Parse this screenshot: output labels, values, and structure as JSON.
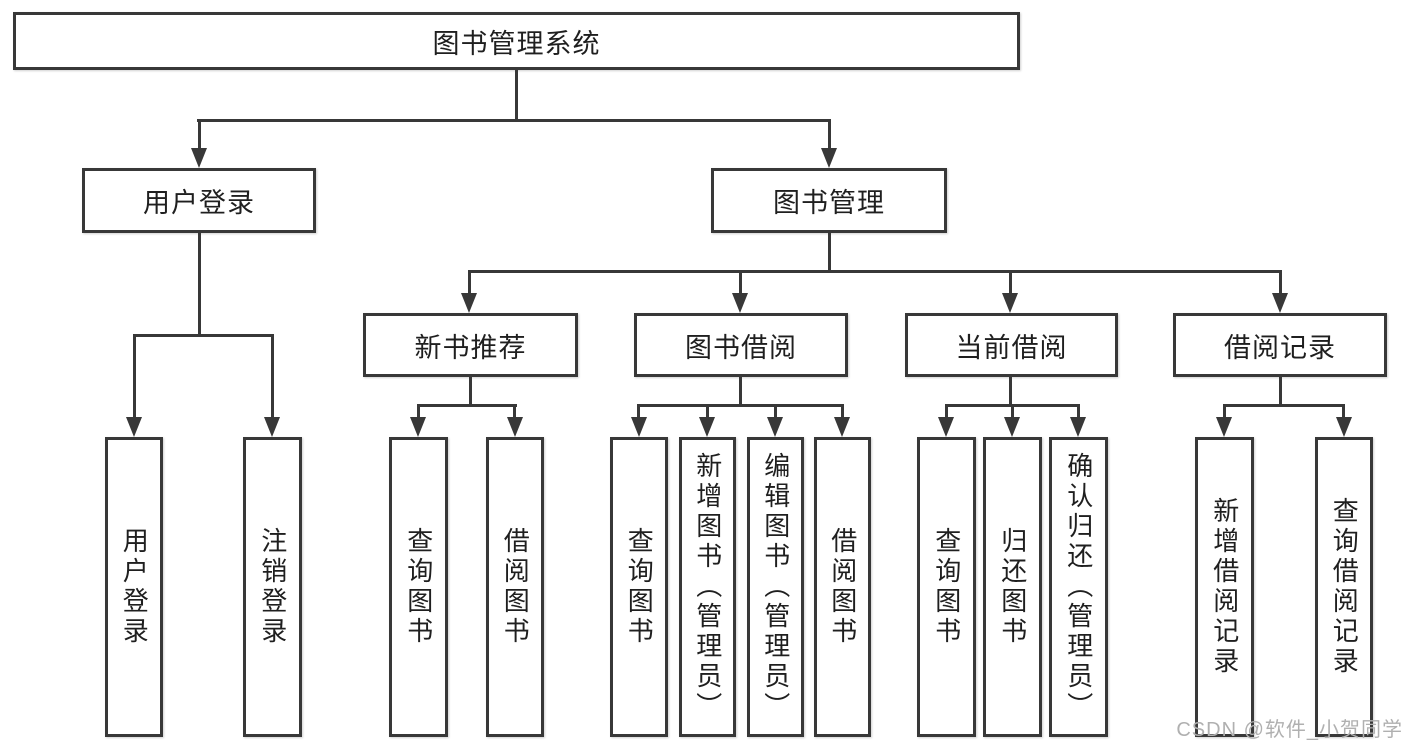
{
  "diagram": {
    "root": {
      "label": "图书管理系统"
    },
    "branches": [
      {
        "label": "用户登录",
        "children": [
          {
            "label": "用户登录"
          },
          {
            "label": "注销登录"
          }
        ]
      },
      {
        "label": "图书管理",
        "children": [
          {
            "label": "新书推荐",
            "children": [
              {
                "label": "查询图书"
              },
              {
                "label": "借阅图书"
              }
            ]
          },
          {
            "label": "图书借阅",
            "children": [
              {
                "label": "查询图书"
              },
              {
                "label": "新增图书（管理员）"
              },
              {
                "label": "编辑图书（管理员）"
              },
              {
                "label": "借阅图书"
              }
            ]
          },
          {
            "label": "当前借阅",
            "children": [
              {
                "label": "查询图书"
              },
              {
                "label": "归还图书"
              },
              {
                "label": "确认归还（管理员）"
              }
            ]
          },
          {
            "label": "借阅记录",
            "children": [
              {
                "label": "新增借阅记录"
              },
              {
                "label": "查询借阅记录"
              }
            ]
          }
        ]
      }
    ],
    "watermark": "CSDN @软件_小贺同学",
    "colors": {
      "line": "#383838",
      "box_border": "#383838",
      "text": "#1f1f1f",
      "watermark": "#b0b0b0",
      "background": "#ffffff"
    }
  }
}
